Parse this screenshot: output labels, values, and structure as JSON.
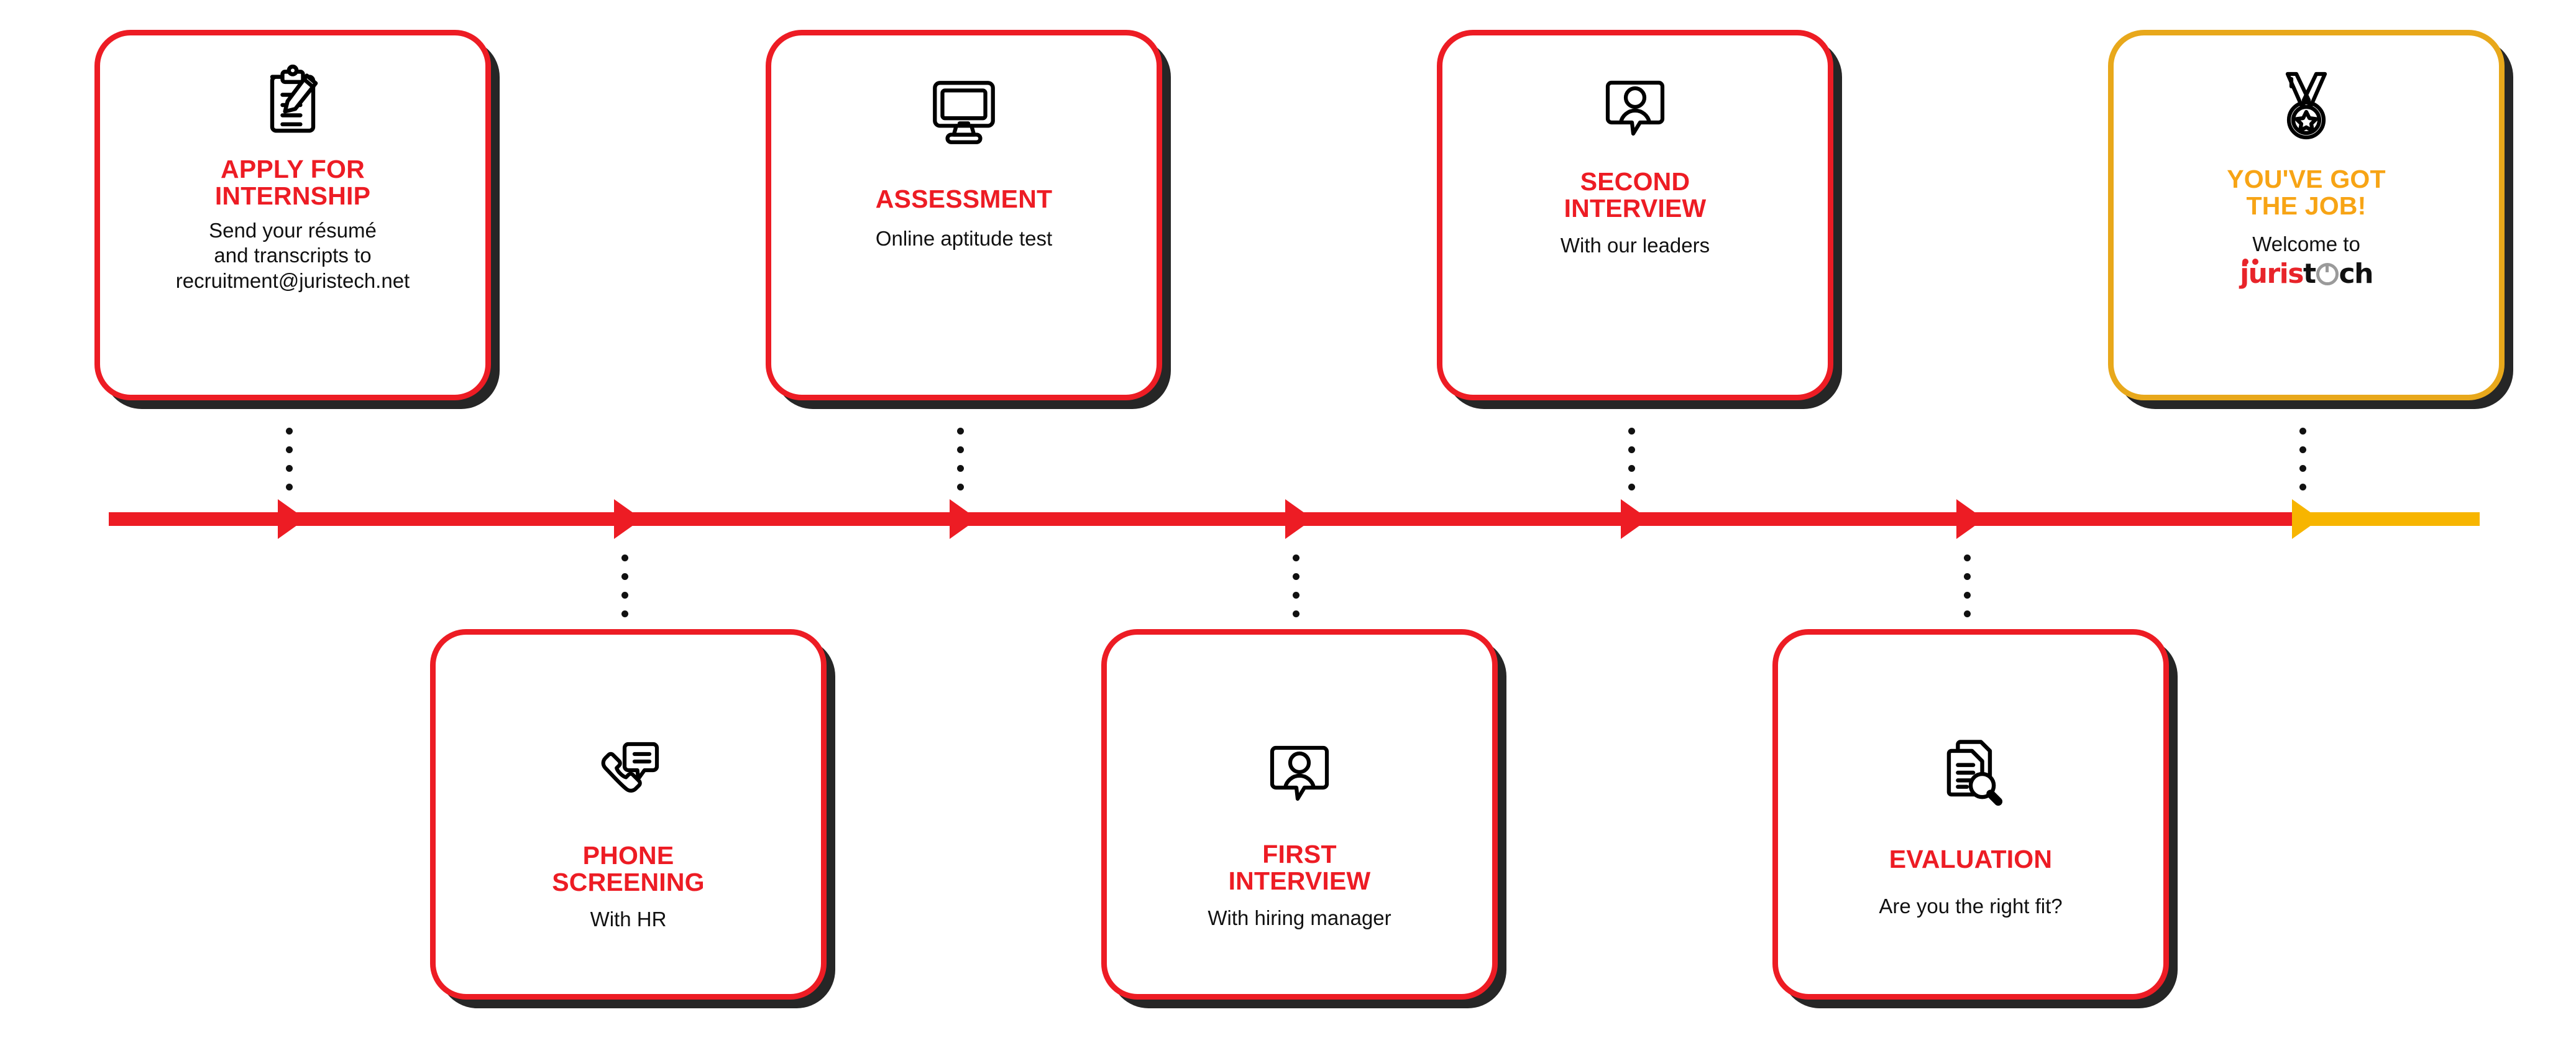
{
  "meta": {
    "title": "JurisTech Internship Recruitment Process Timeline",
    "background": "#ffffff",
    "accent_red": "#ed1c24",
    "accent_gold": "#f7a415",
    "shadow": "#262626"
  },
  "steps": [
    {
      "index": 1,
      "row": "top",
      "icon": "clipboard-pencil-icon",
      "title": "APPLY FOR\nINTERNSHIP",
      "desc": "Send your résumé\nand transcripts to\nrecruitment@juristech.net",
      "accent": "#ed1c24"
    },
    {
      "index": 2,
      "row": "bottom",
      "icon": "phone-chat-icon",
      "title": "PHONE\nSCREENING",
      "desc": "With HR",
      "accent": "#ed1c24"
    },
    {
      "index": 3,
      "row": "top",
      "icon": "monitor-icon",
      "title": "ASSESSMENT",
      "desc": "Online aptitude test",
      "accent": "#ed1c24"
    },
    {
      "index": 4,
      "row": "bottom",
      "icon": "person-speech-icon",
      "title": "FIRST\nINTERVIEW",
      "desc": "With hiring manager",
      "accent": "#ed1c24"
    },
    {
      "index": 5,
      "row": "top",
      "icon": "person-speech-icon",
      "title": "SECOND\nINTERVIEW",
      "desc": "With our leaders",
      "accent": "#ed1c24"
    },
    {
      "index": 6,
      "row": "bottom",
      "icon": "documents-magnifier-icon",
      "title": "EVALUATION",
      "desc": "Are you the right fit?",
      "accent": "#ed1c24"
    },
    {
      "index": 7,
      "row": "top",
      "icon": "medal-icon",
      "title": "YOU'VE GOT\nTHE JOB!",
      "desc": "Welcome to",
      "logo": {
        "red_part": "juris",
        "black_part_a": "t",
        "power_symbol": "e",
        "black_part_b": "ch",
        "red": "#e8242a",
        "black": "#111111",
        "gray": "#9a9a9a"
      },
      "accent": "#f7a415"
    }
  ],
  "timeline": {
    "line_color": "#ed1c24",
    "final_segment_color": "#f7b500",
    "arrow_count": 7,
    "final_arrow_color": "#f7b500",
    "connector_dot_color": "#111111",
    "connector_dots_per_link": 4
  }
}
